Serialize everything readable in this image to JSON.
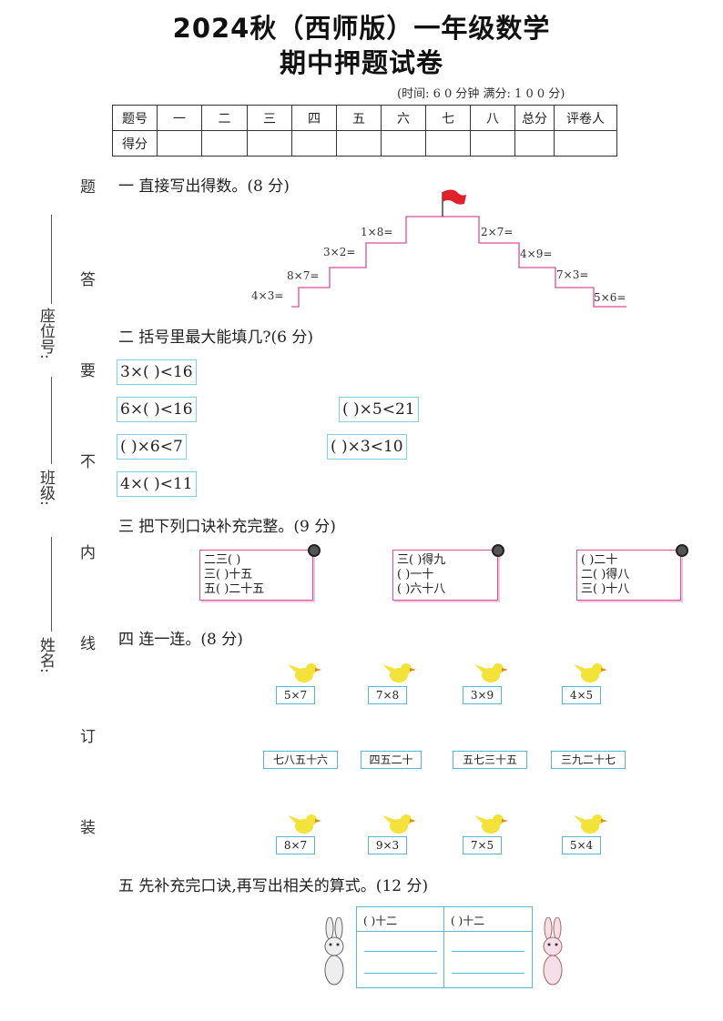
{
  "title_line1": "2024秋（西师版）一年级数学",
  "title_line2": "期中押题试卷",
  "time_info": "(时间: 6 0 分钟   满分: 1 0 0 分)",
  "score_table": {
    "headers": [
      "题号",
      "一",
      "二",
      "三",
      "四",
      "五",
      "六",
      "七",
      "八",
      "总分",
      "评卷人"
    ],
    "row2_label": "得分"
  },
  "side_labels": {
    "seat": "座位号:",
    "class": "班级:",
    "name": "姓名:"
  },
  "side_chars": [
    "题",
    "答",
    "要",
    "不",
    "内",
    "线",
    "订",
    "装"
  ],
  "section1": {
    "title": "一   直接写出得数。(8 分)",
    "stairs_left": [
      "1×8=",
      "3×2=",
      "8×7=",
      "4×3="
    ],
    "stairs_right": [
      "2×7=",
      "4×9=",
      "7×3=",
      "5×6="
    ]
  },
  "section2": {
    "title": "二   括号里最大能填几?(6 分)",
    "items": [
      "3×(      )<16",
      "6×(      )<16",
      "(      )×5<21",
      "(      )×6<7",
      "(      )×3<10",
      "4×(      )<11"
    ]
  },
  "section3": {
    "title": "三   把下列口诀补充完整。(9 分)",
    "notes": [
      [
        "二三(       )",
        "三(    )十五",
        "五(    )二十五"
      ],
      [
        "三(    )得九",
        "(       )一十",
        "(       )六十八"
      ],
      [
        "(    )二十",
        "二(    )得八",
        "三(    )十八"
      ]
    ]
  },
  "section4": {
    "title": "四   连一连。(8 分)",
    "top": [
      "5×7",
      "7×8",
      "3×9",
      "4×5"
    ],
    "middle": [
      "七八五十六",
      "四五二十",
      "五七三十五",
      "三九二十七"
    ],
    "bottom": [
      "8×7",
      "9×3",
      "7×5",
      "5×4"
    ]
  },
  "section5": {
    "title": "五   先补充完口诀,再写出相关的算式。(12 分)",
    "cells": [
      "(       )十二",
      "(       )十二"
    ]
  }
}
